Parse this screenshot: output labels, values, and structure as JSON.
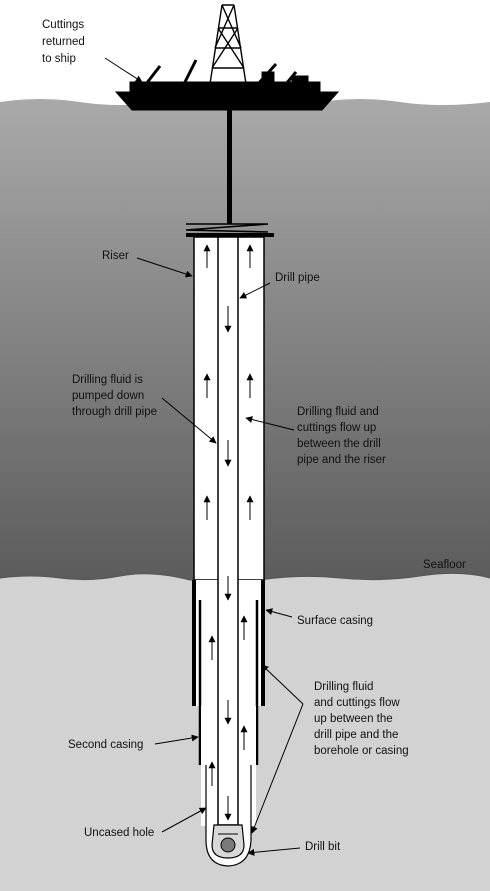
{
  "labels": {
    "cuttings_returned": [
      "Cuttings",
      "returned",
      "to ship"
    ],
    "riser": "Riser",
    "drill_pipe": "Drill pipe",
    "drilling_fluid_pumped": [
      "Drilling fluid is",
      "pumped down",
      "through drill pipe"
    ],
    "fluid_flow_up_riser": [
      "Drilling fluid and",
      "cuttings flow up",
      "between the drill",
      "pipe and the riser"
    ],
    "seafloor": "Seafloor",
    "surface_casing": "Surface casing",
    "fluid_flow_up_borehole": [
      "Drilling fluid",
      "and cuttings flow",
      "up between the",
      "drill pipe and the",
      "borehole or casing"
    ],
    "second_casing": "Second casing",
    "uncased_hole": "Uncased hole",
    "drill_bit": "Drill bit"
  },
  "colors": {
    "sky": "#ffffff",
    "sea_top": "#a8a8a8",
    "sea_bottom": "#5e5e5e",
    "seabed": "#d2d2d2",
    "pipe_fill": "#ffffff",
    "outline": "#000000"
  }
}
